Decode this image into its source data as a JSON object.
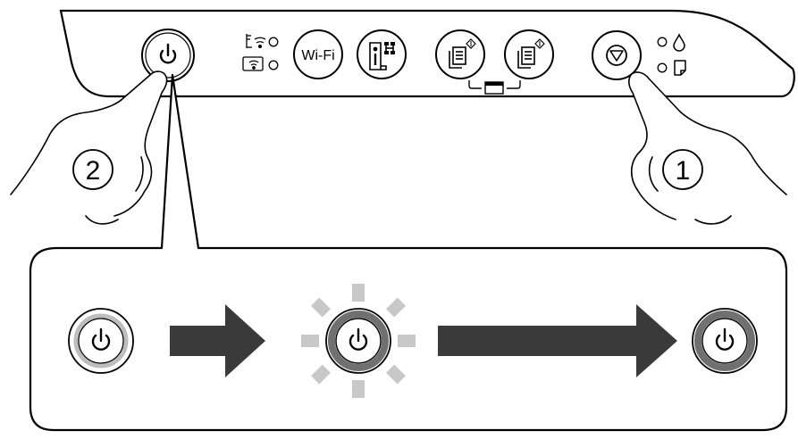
{
  "panel": {
    "wifi_button_label": "Wi-Fi",
    "icons": {
      "power": "power-icon",
      "wifi_status": "wifi-icon",
      "wifi_direct_status": "wifi-direct-icon",
      "network_info": "network-status-sheet-icon",
      "copy_bw": "bw-copy-icon",
      "copy_color": "color-copy-icon",
      "paper_size": "paper-size-icon",
      "stop": "stop-icon",
      "ink_status": "ink-drop-icon",
      "paper_status": "paper-icon"
    }
  },
  "steps": {
    "step_first": "1",
    "step_second": "2"
  },
  "sequence": {
    "states": [
      "power-off",
      "power-flashing",
      "power-on"
    ],
    "colors": {
      "outline": "#000000",
      "light_ring": "#bdbdbd",
      "lit_ring": "#707070",
      "arrow": "#3a3a3a",
      "ray": "#c8c8c8"
    }
  }
}
